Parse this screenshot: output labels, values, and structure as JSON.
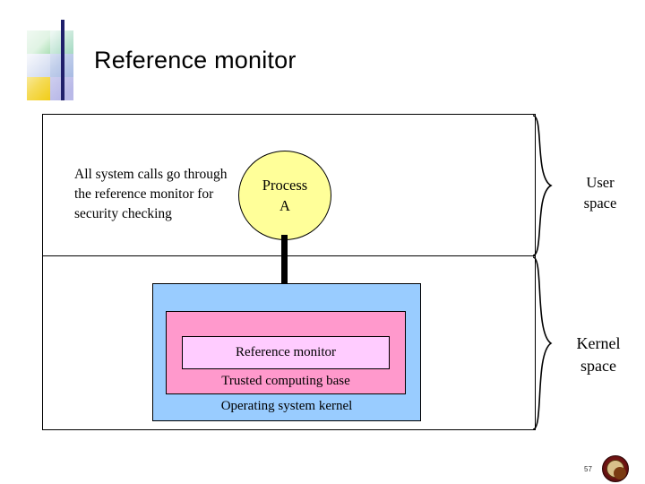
{
  "slide": {
    "title": "Reference monitor",
    "page_number": "57"
  },
  "diagram": {
    "explanation": "All system calls go through the reference monitor for security checking",
    "process": {
      "line1": "Process",
      "line2": "A"
    },
    "kernel_stack": {
      "reference_monitor": "Reference monitor",
      "trusted_computing_base": "Trusted computing base",
      "operating_system_kernel": "Operating system kernel"
    },
    "regions": [
      {
        "line1": "User",
        "line2": "space"
      },
      {
        "line1": "Kernel",
        "line2": "space"
      }
    ],
    "colors": {
      "process_fill": "#ffff99",
      "kernel_fill": "#99ccff",
      "tcb_fill": "#ff99cc",
      "reference_monitor_fill": "#ffccff",
      "outline": "#000000"
    }
  }
}
